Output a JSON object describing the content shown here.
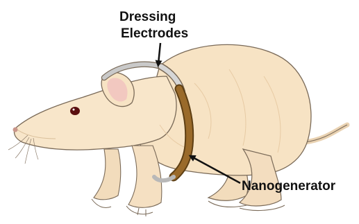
{
  "labels": {
    "dressing_line1": "Dressing",
    "dressing_line2": "Electrodes",
    "nanogenerator": "Nanogenerator"
  },
  "icons": {
    "subject": "rat-illustration",
    "collar": "electrode-band",
    "device": "nanogenerator-strip"
  },
  "colors": {
    "fur": "#f7e3c4",
    "fur_shadow": "#e8c9a0",
    "outline": "#7a6a58",
    "ear_inner": "#f2c8c0",
    "eye": "#5a0f0f",
    "electrode_band": "#c9c9c9",
    "nanogenerator": "#9a6a2a",
    "text": "#111111",
    "arrow": "#111111"
  }
}
